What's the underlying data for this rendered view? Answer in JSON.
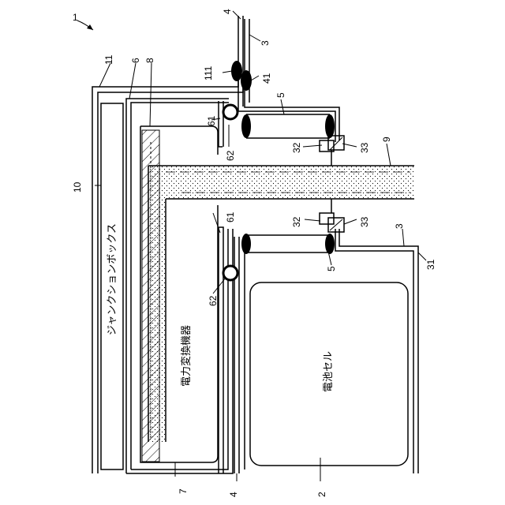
{
  "figure": {
    "ref_labels": {
      "r1": "1",
      "r2": "2",
      "r3a": "3",
      "r3b": "3",
      "r4a": "4",
      "r4b": "4",
      "r5a": "5",
      "r5b": "5",
      "r6": "6",
      "r7": "7",
      "r8": "8",
      "r9": "9",
      "r10": "10",
      "r11": "11",
      "r31": "31",
      "r32a": "32",
      "r32b": "32",
      "r33a": "33",
      "r33b": "33",
      "r41": "41",
      "r61a": "61",
      "r61b": "61",
      "r62a": "62",
      "r62b": "62",
      "r111": "111"
    },
    "box_labels": {
      "junction_box": "ジャンクションボックス",
      "power_converter": "電力変換機器",
      "battery_cell": "電池セル"
    }
  }
}
